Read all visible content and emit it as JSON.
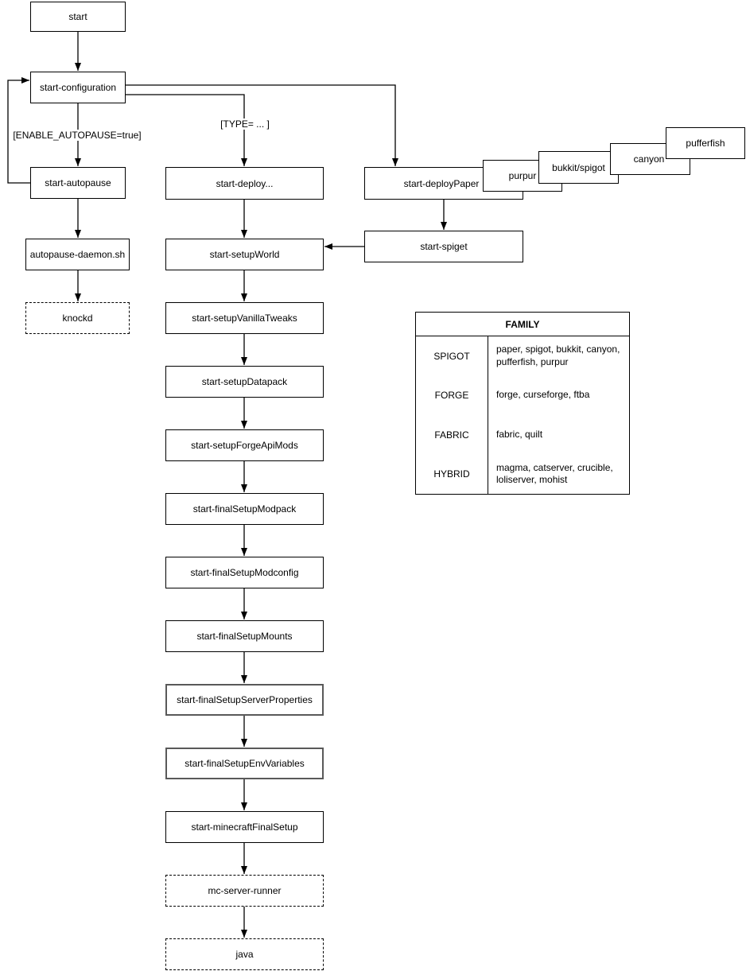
{
  "nodes": {
    "start": "start",
    "start_configuration": "start-configuration",
    "start_autopause": "start-autopause",
    "autopause_daemon_sh": "autopause-daemon.sh",
    "knockd": "knockd",
    "start_deploy": "start-deploy...",
    "start_deploy_paper": "start-deployPaper",
    "purpur": "purpur",
    "bukkit_spigot": "bukkit/spigot",
    "canyon": "canyon",
    "pufferfish": "pufferfish",
    "start_spiget": "start-spiget",
    "start_setup_world": "start-setupWorld",
    "start_setup_vanilla_tweaks": "start-setupVanillaTweaks",
    "start_setup_datapack": "start-setupDatapack",
    "start_setup_forge_api_mods": "start-setupForgeApiMods",
    "start_final_setup_modpack": "start-finalSetupModpack",
    "start_final_setup_modconfig": "start-finalSetupModconfig",
    "start_final_setup_mounts": "start-finalSetupMounts",
    "start_final_setup_server_properties": "start-finalSetupServerProperties",
    "start_final_setup_env_variables": "start-finalSetupEnvVariables",
    "start_minecraft_final_setup": "start-minecraftFinalSetup",
    "mc_server_runner": "mc-server-runner",
    "java": "java"
  },
  "edge_labels": {
    "autopause_condition": "[ENABLE_AUTOPAUSE=true]",
    "type_condition": "[TYPE= ... ]"
  },
  "family_table": {
    "title": "FAMILY",
    "rows": [
      {
        "family": "SPIGOT",
        "members": "paper, spigot, bukkit, canyon, pufferfish, purpur"
      },
      {
        "family": "FORGE",
        "members": "forge, curseforge, ftba"
      },
      {
        "family": "FABRIC",
        "members": "fabric, quilt"
      },
      {
        "family": "HYBRID",
        "members": "magma, catserver, crucible, loliserver, mohist"
      }
    ]
  },
  "colors": {
    "node_border": "#000000",
    "emphasis_border": "#595959",
    "background": "#ffffff",
    "text": "#000000"
  }
}
